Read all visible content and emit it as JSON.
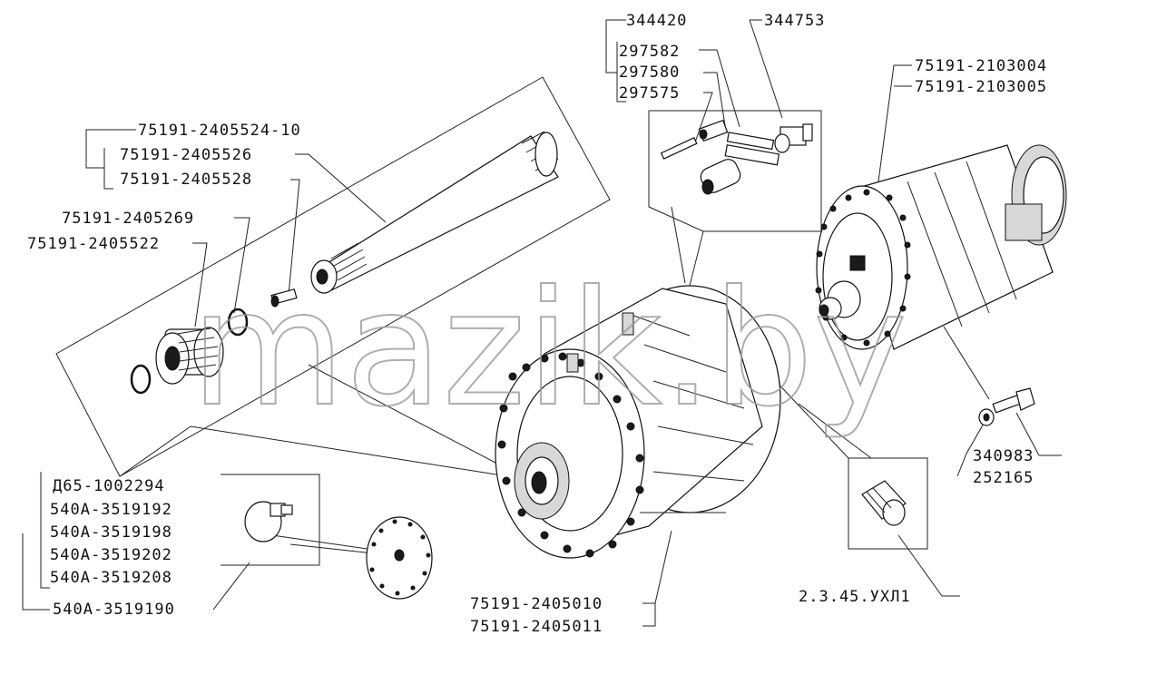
{
  "watermark": "mazik.by",
  "labels": {
    "p344420": "344420",
    "p344753": "344753",
    "p297582": "297582",
    "p297580": "297580",
    "p297575": "297575",
    "p2103004": "75191-2103004",
    "p2103005": "75191-2103005",
    "p2405524": "75191-2405524-10",
    "p2405526": "75191-2405526",
    "p2405528": "75191-2405528",
    "p2405269": "75191-2405269",
    "p2405522": "75191-2405522",
    "d65": "Д65-1002294",
    "p3519192": "540А-3519192",
    "p3519198": "540А-3519198",
    "p3519202": "540А-3519202",
    "p3519208": "540А-3519208",
    "p3519190": "540А-3519190",
    "p340983": "340983",
    "p252165": "252165",
    "p2405010": "75191-2405010",
    "p2405011": "75191-2405011",
    "p2345": "2.3.45.УХЛ1"
  }
}
